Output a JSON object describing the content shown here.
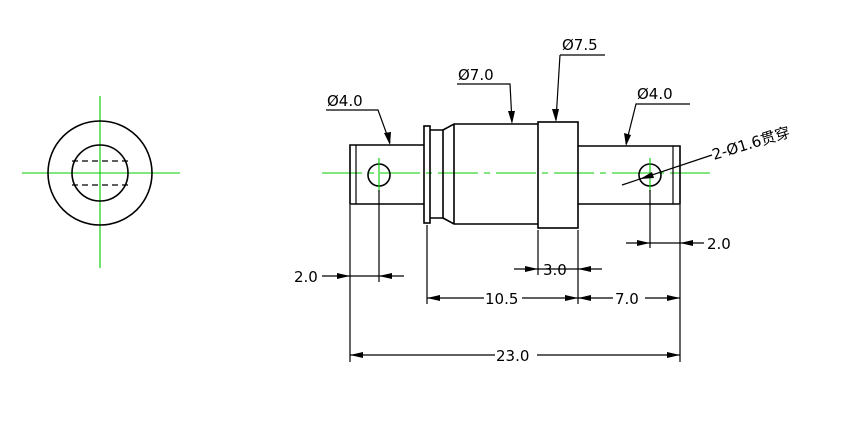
{
  "labels": {
    "dia_left_end": "Ø4.0",
    "dia_body": "Ø7.0",
    "dia_collar": "Ø7.5",
    "dia_right_end": "Ø4.0",
    "holes_callout": "2-Ø1.6贯穿",
    "dim_left_hole": "2.0",
    "dim_right_hole": "2.0",
    "dim_collar_width": "3.0",
    "dim_body_length": "10.5",
    "dim_right_length": "7.0",
    "dim_total_length": "23.0"
  },
  "colors": {
    "outline": "#000000",
    "centerline": "#00cc00"
  }
}
